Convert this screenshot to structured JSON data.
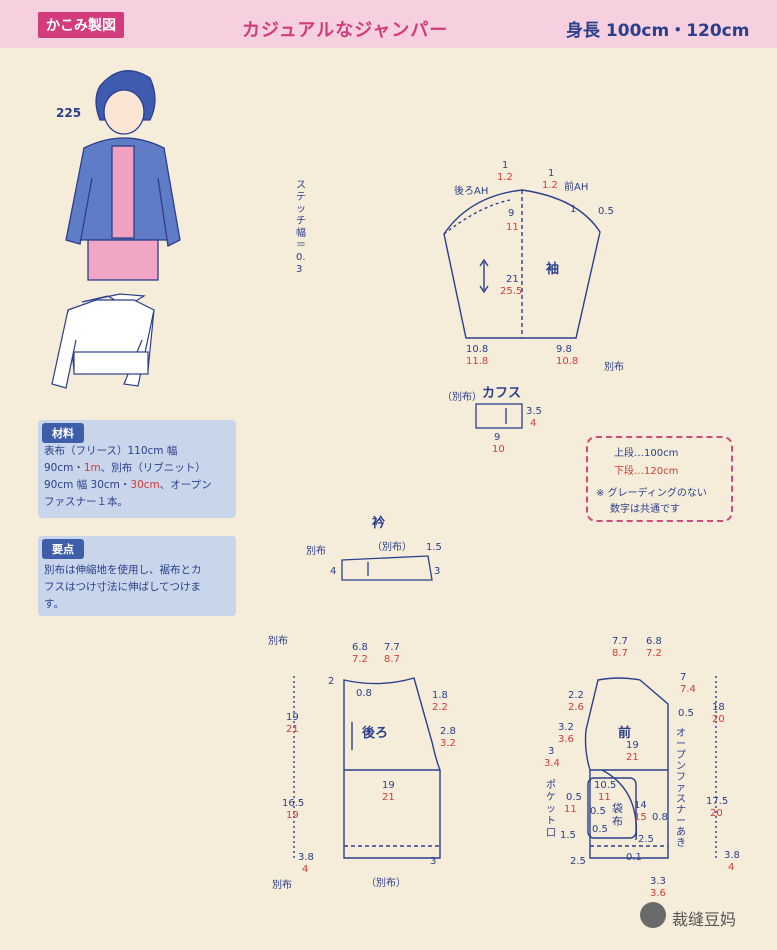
{
  "header": {
    "tag": "かこみ製図",
    "title": "カジュアルなジャンパー",
    "size": "身長 100cm・120cm"
  },
  "number": "225",
  "stitch": "ステッチ幅＝0.3",
  "materials": {
    "heading": "材料",
    "line1": "表布（フリース）110cm 幅",
    "line2a": "90cm・",
    "line2b": "1m",
    "line2c": "、別布（リブニット）",
    "line3a": "90cm 幅 30cm・",
    "line3b": "30cm",
    "line3c": "、オープン",
    "line4": "ファスナー１本。"
  },
  "points": {
    "heading": "要点",
    "line1": "別布は伸縮地を使用し、裾布とカ",
    "line2": "フスはつけ寸法に伸ばしてつけま",
    "line3": "す。"
  },
  "legend": {
    "upper": "上段…",
    "upper_val": "100cm",
    "lower": "下段…",
    "lower_val": "120cm",
    "note1": "※ グレーディングのない",
    "note2": "数字は共通です"
  },
  "pieces": {
    "sleeve": "袖",
    "cuffs": "カフス",
    "collar": "衿",
    "back": "後ろ",
    "front": "前",
    "pocket": "袋布",
    "pocket_mouth": "ポケット口",
    "zipper_opening": "オープンファスナーあき"
  },
  "sleeve": {
    "back_ah": "後ろAH",
    "front_ah": "前AH",
    "top1": "1",
    "top1r": "1.2",
    "top2": "1",
    "top2r": "1.2",
    "cap": "9",
    "capr": "11",
    "len": "21",
    "lenr": "25.5",
    "w1": "10.8",
    "w1r": "11.8",
    "w2": "9.8",
    "w2r": "10.8",
    "ease": "0.5",
    "extra": "1",
    "rib": "別布"
  },
  "cuffs": {
    "fabric": "（別布）",
    "w": "9",
    "wr": "10",
    "h": "3.5",
    "hr": "4"
  },
  "collar": {
    "rib": "別布",
    "fabric": "（別布）",
    "h": "4",
    "w": "1.5",
    "e": "3"
  },
  "back": {
    "rib": "別布",
    "w1": "6.8",
    "w1r": "7.2",
    "w2": "7.7",
    "w2r": "8.7",
    "n2": "2",
    "n08": "0.8",
    "sh": "1.8",
    "shr": "2.2",
    "ah": "2.8",
    "ahr": "3.2",
    "h": "19",
    "hr": "21",
    "bw": "19",
    "bwr": "21",
    "low": "16.5",
    "lowr": "19",
    "hem": "3.8",
    "hemr": "4",
    "hem_fabric": "（別布）",
    "n3": "3",
    "rib_bottom": "別布"
  },
  "front": {
    "w1": "7.7",
    "w1r": "8.7",
    "w2": "6.8",
    "w2r": "7.2",
    "n7": "7",
    "n7r": "7.4",
    "n05": "0.5",
    "sh": "2.2",
    "shr": "2.6",
    "ah": "3.2",
    "ahr": "3.6",
    "n3": "3",
    "n3r": "3.4",
    "h": "19",
    "hr": "21",
    "side": "18",
    "sider": "20",
    "low": "17.5",
    "lowr": "20",
    "pw": "10.5",
    "pwr": "11",
    "p05a": "0.5",
    "p05b": "0.5",
    "p11": "11",
    "p14": "14",
    "p14r": "15",
    "p15": "1.5",
    "p05c": "0.5",
    "p25": "2.5",
    "p08": "0.8",
    "p25b": "2.5",
    "p01": "0.1",
    "hem": "3.3",
    "hemr": "3.6",
    "hem2": "3.8",
    "hem2r": "4"
  },
  "watermark": "裁缝豆妈"
}
